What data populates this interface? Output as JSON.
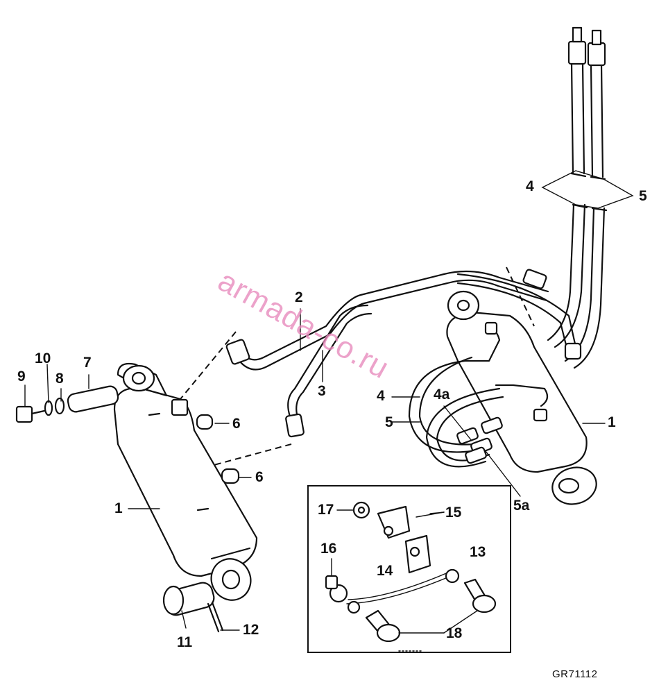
{
  "watermark": "armada-co.ru",
  "reference_code": "GR71112",
  "callouts": {
    "c1_left": "1",
    "c1_right": "1",
    "c2": "2",
    "c3": "3",
    "c4_top": "4",
    "c5_top": "5",
    "c4_mid": "4",
    "c4a": "4a",
    "c5_mid": "5",
    "c5a": "5a",
    "c6_upper": "6",
    "c6_lower": "6",
    "c7": "7",
    "c8": "8",
    "c9": "9",
    "c10": "10",
    "c11": "11",
    "c12": "12",
    "c13": "13",
    "c14": "14",
    "c15": "15",
    "c16": "16",
    "c17": "17",
    "c18": "18"
  }
}
